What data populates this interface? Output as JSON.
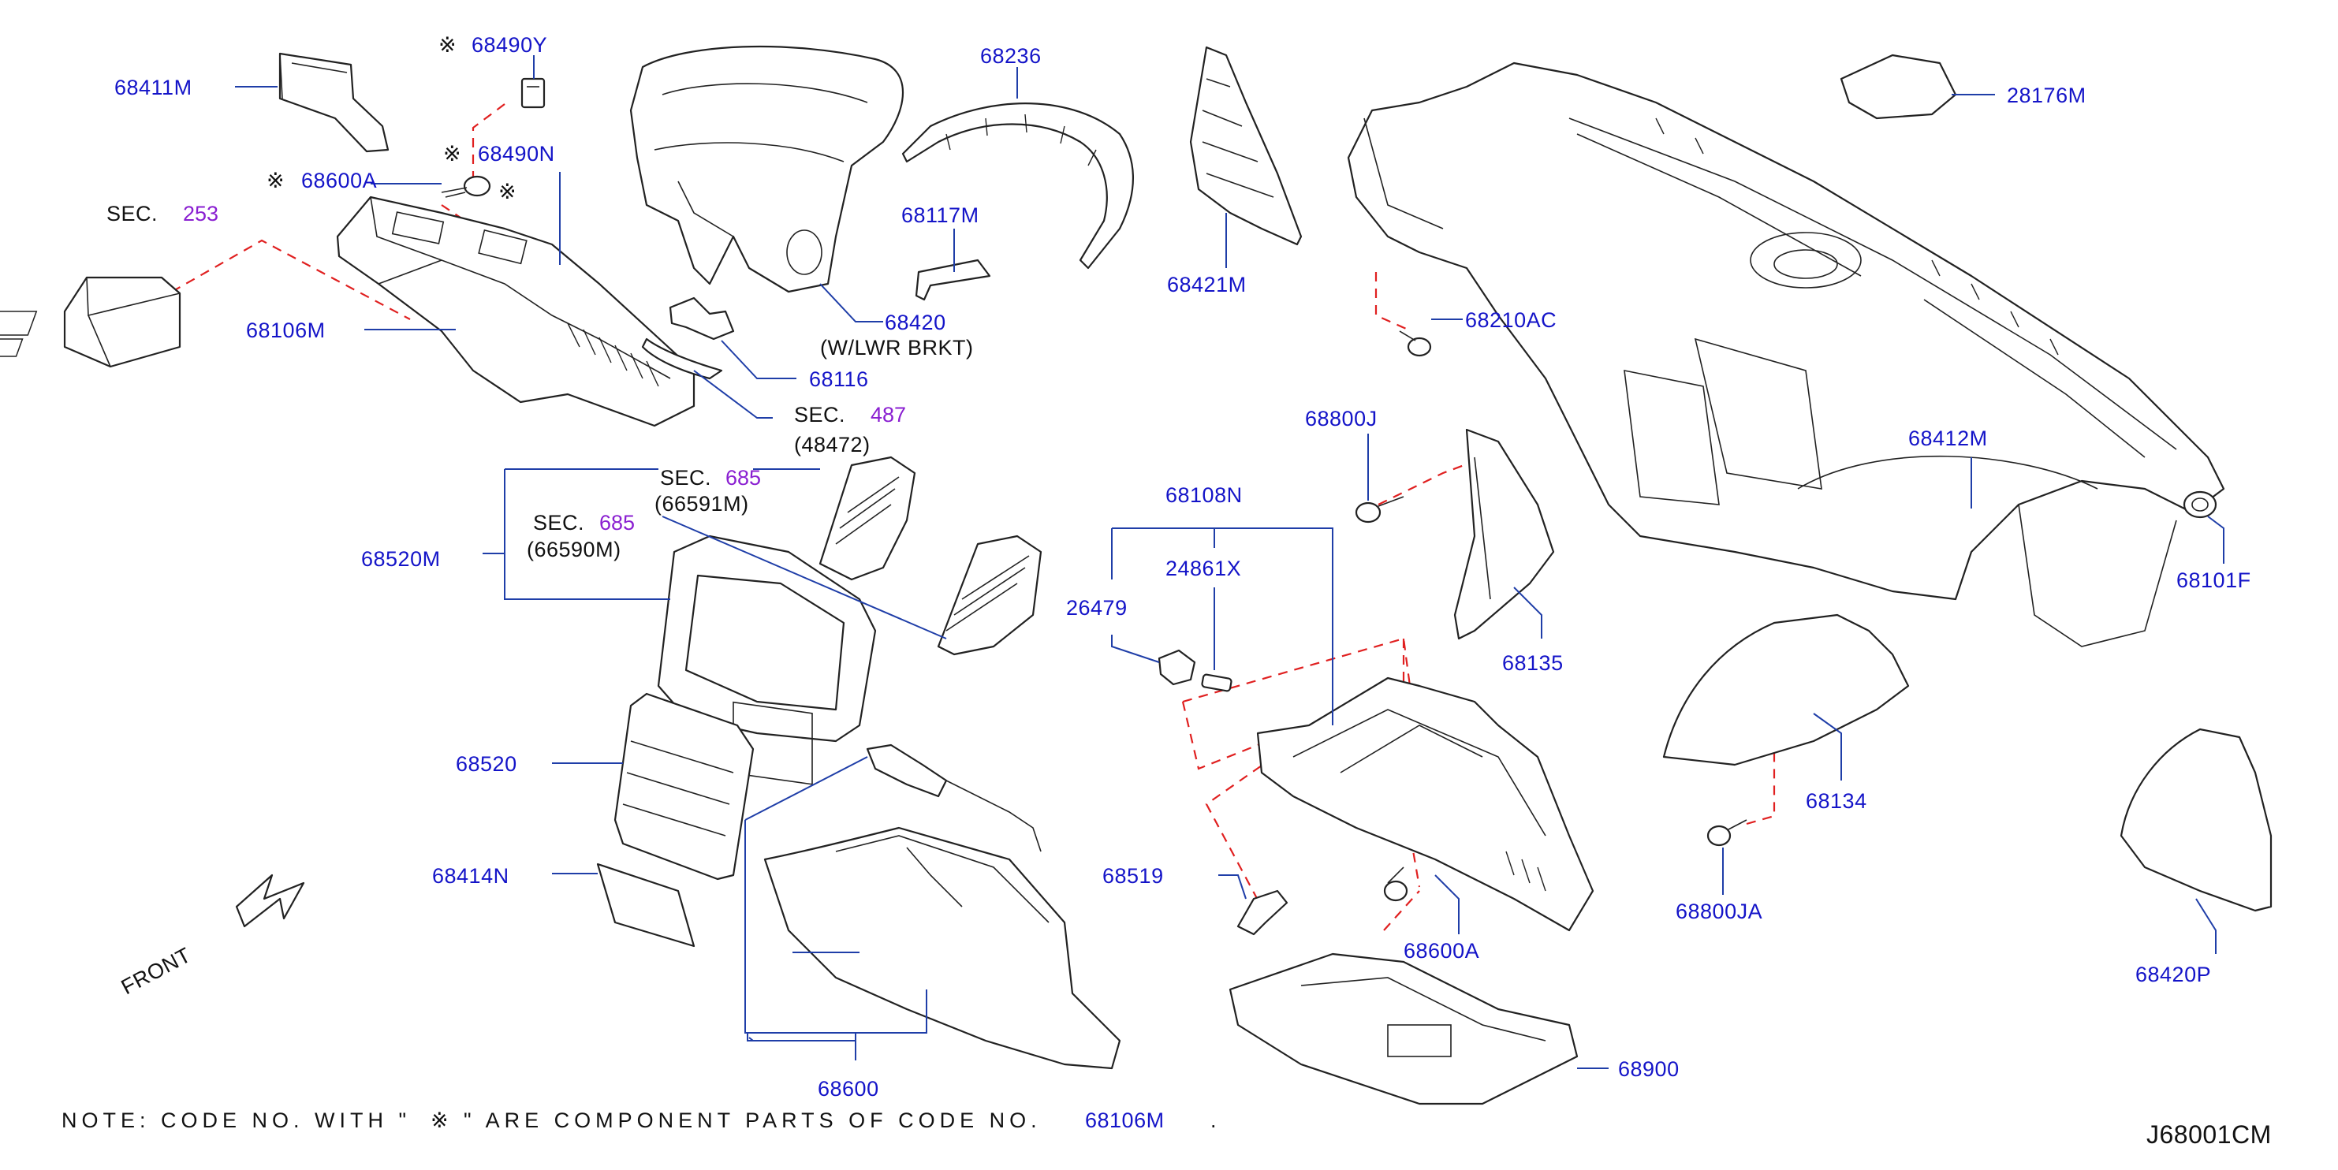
{
  "diagram_code": "J68001CM",
  "front_label": "FRONT",
  "asterisk_symbol": "※",
  "note": {
    "prefix": "NOTE:  CODE  NO.  WITH  \"",
    "middle": "\"  ARE  COMPONENT  PARTS  OF  CODE  NO.",
    "code": "68106M",
    "suffix": "."
  },
  "labels": {
    "p68411M": "68411M",
    "p68490Y": "68490Y",
    "p68490N": "68490N",
    "p68600A_top": "68600A",
    "sec253_prefix": "SEC.",
    "sec253_num": "253",
    "p68106M": "68106M",
    "p68236": "68236",
    "p68117M": "68117M",
    "p68420": "68420",
    "p68420_note": "(W/LWR   BRKT)",
    "p68116": "68116",
    "sec487_prefix": "SEC.",
    "sec487_num": "487",
    "sec487_sub": "(48472)",
    "p68421M": "68421M",
    "p68210AC": "68210AC",
    "p28176M": "28176M",
    "p68412M": "68412M",
    "p68101F": "68101F",
    "p68800J": "68800J",
    "p68108N": "68108N",
    "p24861X": "24861X",
    "p26479": "26479",
    "p68135": "68135",
    "p68134": "68134",
    "p68800JA": "68800JA",
    "p68420P": "68420P",
    "sec685a_prefix": "SEC.",
    "sec685a_num": "685",
    "sec685a_sub": "(66591M)",
    "sec685b_prefix": "SEC.",
    "sec685b_num": "685",
    "sec685b_sub": "(66590M)",
    "p68520M": "68520M",
    "p68520": "68520",
    "p68414N": "68414N",
    "p68519": "68519",
    "p68600A_bottom": "68600A",
    "p68600": "68600",
    "p68900": "68900"
  }
}
